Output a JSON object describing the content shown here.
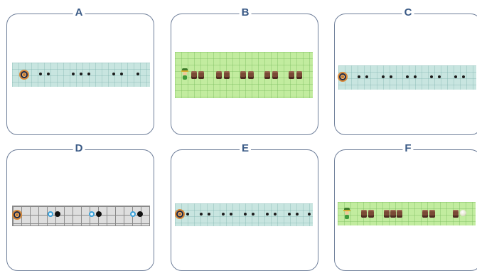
{
  "panels": [
    {
      "label": "A",
      "strip": "teal",
      "agent": "ring"
    },
    {
      "label": "B",
      "strip": "green",
      "agent": "explorer"
    },
    {
      "label": "C",
      "strip": "teal",
      "agent": "ring"
    },
    {
      "label": "D",
      "strip": "gray",
      "agent": "ring"
    },
    {
      "label": "E",
      "strip": "teal",
      "agent": "ring"
    },
    {
      "label": "F",
      "strip": "green",
      "agent": "explorer"
    }
  ],
  "icons": {
    "agent_ring": "orange-ring-agent-icon",
    "explorer": "explorer-character-icon",
    "crate": "crate-icon",
    "gem": "blue-gem-icon",
    "orb": "white-orb-icon"
  },
  "colors": {
    "label": "#3a5a86",
    "teal_strip": "#c8e5e0",
    "green_strip": "#c2ec9f",
    "gray_strip": "#dedede",
    "card_border": "#6f7f9a"
  }
}
